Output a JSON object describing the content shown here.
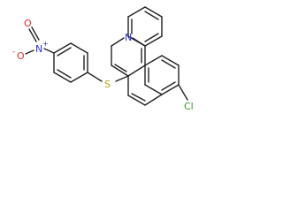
{
  "molecule": {
    "atom_labels": {
      "nitro_oxygen_double": "O",
      "nitro_nitrogen": "N",
      "nitro_charge_plus": "+",
      "nitro_oxygen_single": "O",
      "nitro_charge_minus": "-",
      "sulfur": "S",
      "ring_nitrogen": "N",
      "chlorine": "Cl"
    },
    "colors": {
      "bond": "#222222",
      "oxygen": "#e0302a",
      "nitrogen": "#3030e0",
      "sulfur": "#b8a020",
      "chlorine": "#2a9a2a"
    }
  }
}
